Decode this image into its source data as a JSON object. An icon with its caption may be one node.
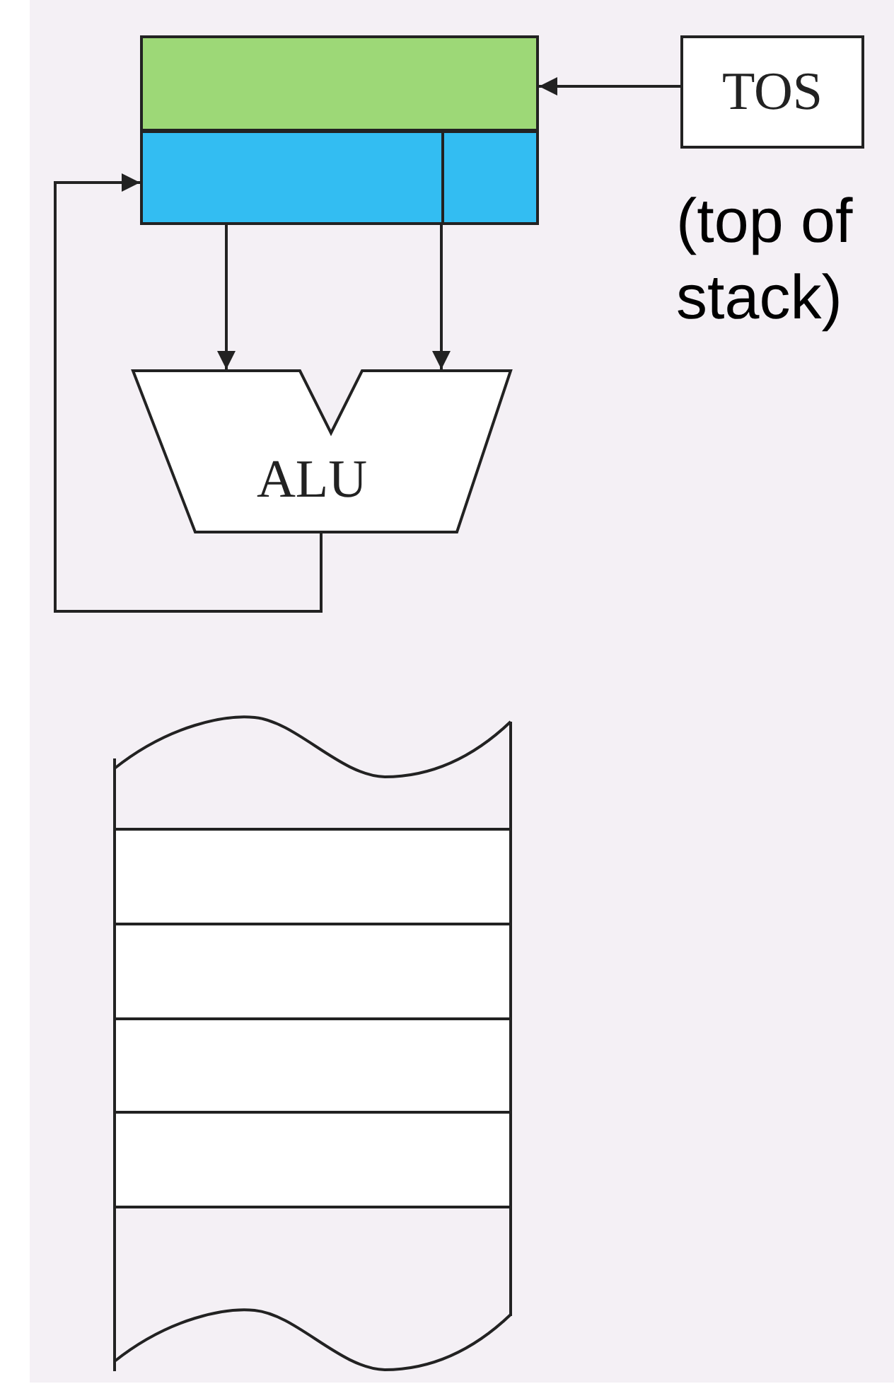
{
  "diagram": {
    "nodes": [
      {
        "text": [],
        "shape": "box"
      },
      {
        "text": [],
        "shape": "box"
      },
      {
        "text": [
          "TOS"
        ],
        "beside": [
          "(top of stack)"
        ]
      },
      {
        "text": [
          "ALU"
        ]
      }
    ],
    "edges": [
      {
        "from": 2,
        "to": 0,
        "arrow": "to"
      },
      {
        "from": 1,
        "to": 3,
        "arrow": "to"
      },
      {
        "from": 1,
        "to": 3,
        "arrow": "to"
      },
      {
        "from": 3,
        "to": 1,
        "arrow": "to"
      }
    ]
  }
}
